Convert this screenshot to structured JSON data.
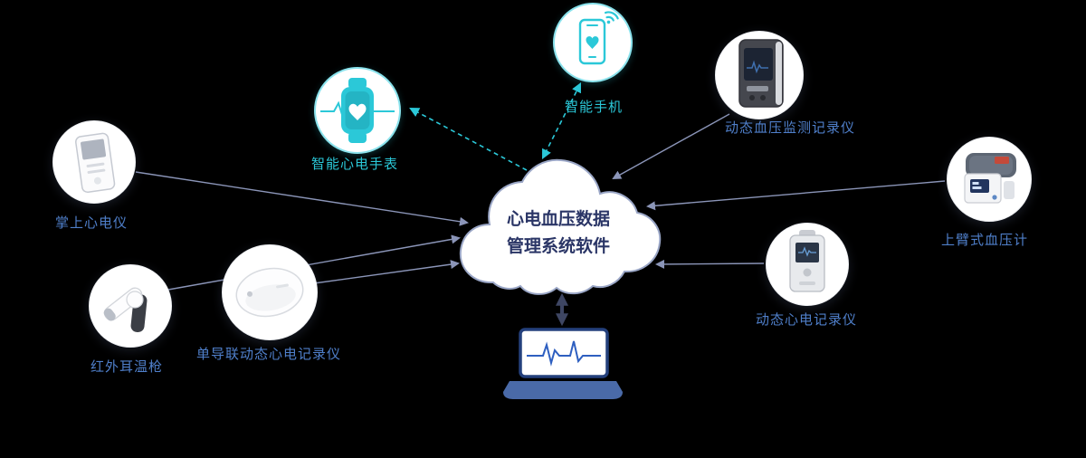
{
  "cloud": {
    "line1": "心电血压数据",
    "line2": "管理系统软件",
    "full_title": "心电血压数据管理系统软件"
  },
  "devices": {
    "handheld_ecg": {
      "label": "掌上心电仪",
      "label_color": "blue"
    },
    "smartwatch": {
      "label": "智能心电手表",
      "label_color": "teal"
    },
    "smartphone": {
      "label": "智能手机",
      "label_color": "teal"
    },
    "abpm": {
      "label": "动态血压监测记录仪",
      "label_color": "blue"
    },
    "bp_monitor": {
      "label": "上臂式血压计",
      "label_color": "blue"
    },
    "ear_thermometer": {
      "label": "红外耳温枪",
      "label_color": "blue"
    },
    "ecg_patch": {
      "label": "单导联动态心电记录仪",
      "label_color": "blue"
    },
    "holter": {
      "label": "动态心电记录仪",
      "label_color": "blue"
    }
  },
  "connections": {
    "wireless_style": "dashed-teal-arrow",
    "device_style": "solid-gray-arrow",
    "cloud_to_pc": "double-headed-arrow"
  },
  "colors": {
    "teal_accent": "#2bc8d8",
    "label_blue": "#4f7fca",
    "arrow_gray": "#8b95b8",
    "cloud_outline": "#9aa6c6",
    "cloud_text": "#2a3566",
    "laptop_base": "#4a6aa8",
    "background": "#000000"
  }
}
